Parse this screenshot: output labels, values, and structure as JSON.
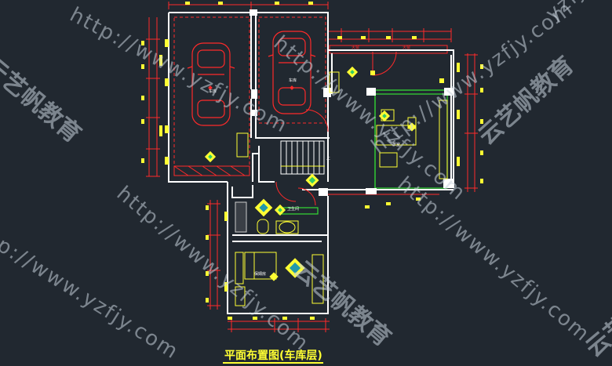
{
  "title": "平面布置图(车库层)",
  "watermark": {
    "url": "http://www.yzfjy.com",
    "brand": "云艺帆教育",
    "partial_text": "yzfjy"
  },
  "room_labels": {
    "garage_left": "车库",
    "garage_right": "车库",
    "tea_room": "茶室",
    "stair": "上",
    "bathroom": "卫生间",
    "bedroom": "保姆房",
    "top_label_1": "天窗",
    "top_label_2": "天窗"
  },
  "colors": {
    "background": "#212830",
    "wall": "#ffffff",
    "dimension": "#ff2a2a",
    "furniture": "#ffff33",
    "green_line": "#33dd33",
    "title": "#ffff33"
  }
}
